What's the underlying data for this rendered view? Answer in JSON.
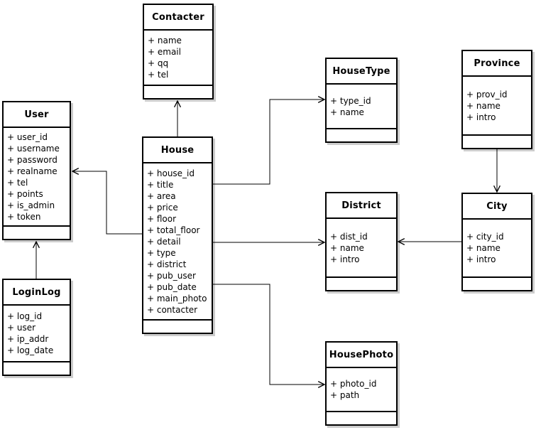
{
  "diagram": {
    "background_color": "#ffffff",
    "line_color": "#000000",
    "box_fill_color": "#ffffff",
    "shadow_color": "#cccccc",
    "visibility_marker": "+",
    "entities": {
      "contacter": {
        "title": "Contacter",
        "attributes": [
          "+ name",
          "+ email",
          "+ qq",
          "+ tel"
        ]
      },
      "user": {
        "title": "User",
        "attributes": [
          "+ user_id",
          "+ username",
          "+ password",
          "+ realname",
          "+ tel",
          "+ points",
          "+ is_admin",
          "+ token"
        ]
      },
      "loginlog": {
        "title": "LoginLog",
        "attributes": [
          "+ log_id",
          "+ user",
          "+ ip_addr",
          "+ log_date"
        ]
      },
      "house": {
        "title": "House",
        "attributes": [
          "+ house_id",
          "+ title",
          "+ area",
          "+ price",
          "+ floor",
          "+ total_floor",
          "+ detail",
          "+ type",
          "+ district",
          "+ pub_user",
          "+ pub_date",
          "+ main_photo",
          "+ contacter"
        ]
      },
      "housetype": {
        "title": "HouseType",
        "attributes": [
          "+ type_id",
          "+ name"
        ]
      },
      "province": {
        "title": "Province",
        "attributes": [
          "+ prov_id",
          "+ name",
          "+ intro"
        ]
      },
      "district": {
        "title": "District",
        "attributes": [
          "+ dist_id",
          "+ name",
          "+ intro"
        ]
      },
      "city": {
        "title": "City",
        "attributes": [
          "+ city_id",
          "+ name",
          "+ intro"
        ]
      },
      "housephoto": {
        "title": "HousePhoto",
        "attributes": [
          "+ photo_id",
          "+ path"
        ]
      }
    },
    "relationships": [
      {
        "from": "House",
        "to": "Contacter",
        "arrowhead": "open"
      },
      {
        "from": "House",
        "to": "User",
        "arrowhead": "open"
      },
      {
        "from": "LoginLog",
        "to": "User",
        "arrowhead": "open"
      },
      {
        "from": "House",
        "to": "HouseType",
        "arrowhead": "open"
      },
      {
        "from": "House",
        "to": "District",
        "arrowhead": "open"
      },
      {
        "from": "City",
        "to": "District",
        "arrowhead": "open"
      },
      {
        "from": "Province",
        "to": "City",
        "arrowhead": "open"
      },
      {
        "from": "House",
        "to": "HousePhoto",
        "arrowhead": "open"
      }
    ]
  }
}
